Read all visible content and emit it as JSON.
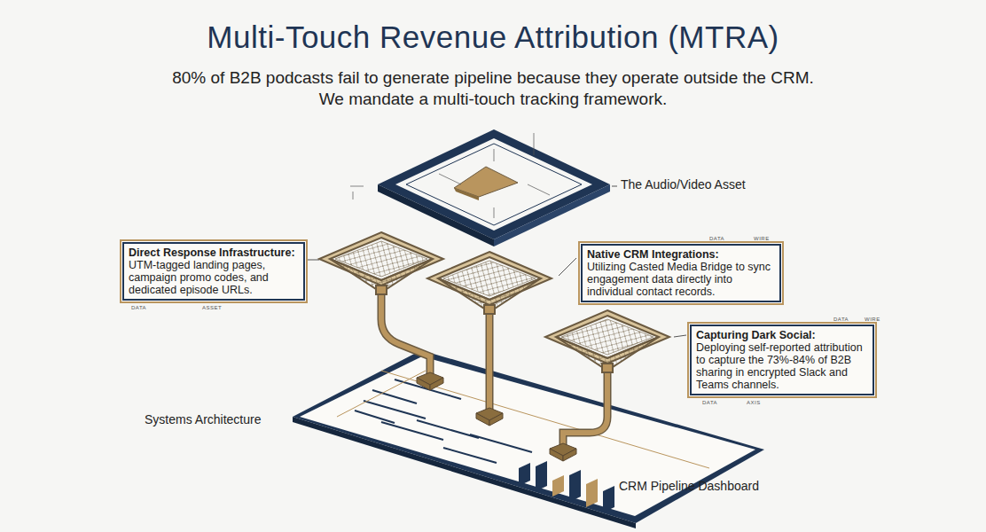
{
  "diagram": {
    "title": "Multi-Touch Revenue Attribution (MTRA)",
    "caption": "80% of B2B podcasts fail to generate pipeline because they operate outside the CRM. We mandate a multi-touch tracking framework.",
    "nodes": [
      {
        "text": [
          "Direct Response Infrastructure:",
          "UTM-tagged landing pages, campaign promo codes, and dedicated episode URLs."
        ]
      },
      {
        "text": [
          "Native CRM Integrations:",
          "Utilizing Casted Media Bridge to sync engagement data directly into individual contact records."
        ]
      },
      {
        "text": [
          "Capturing Dark Social:",
          "Deploying self-reported attribution to capture the 73%-84% of B2B sharing in encrypted Slack and Teams channels."
        ]
      }
    ],
    "edges": [],
    "labels": [
      "The Audio/Video Asset",
      "Systems Architecture",
      "CRM Pipeline Dashboard",
      "DATA",
      "ASSET",
      "DATA",
      "WIRE",
      "DATA",
      "WIRE",
      "DATA",
      "AXIS"
    ]
  }
}
